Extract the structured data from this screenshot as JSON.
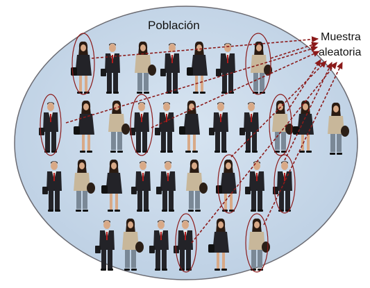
{
  "diagram": {
    "population_label": "Población",
    "sample_label_line1": "Muestra",
    "sample_label_line2": "aleatoria",
    "colors": {
      "ellipse_fill": "#c9d9ea",
      "ellipse_stroke": "#6b6b72",
      "arrow": "#8b1a1a",
      "selection_ring": "#8b1a1a",
      "suit": "#232328",
      "skin": "#d8a987",
      "shirt": "#f2f2f2",
      "tie": "#b01c1c",
      "beige_coat": "#c8b79a",
      "jeans": "#7a8896",
      "hair": "#2a1b12"
    }
  }
}
